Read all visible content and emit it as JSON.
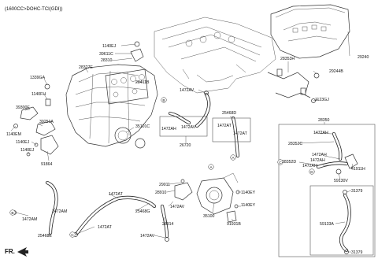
{
  "header": {
    "engine": "(1600CC>DOHC-TCI(GDI))"
  },
  "orientation_mark": "FR.",
  "refs": {
    "A": "A",
    "B": "B",
    "C": "C",
    "D": "D"
  },
  "labels": {
    "p1140EJ_top": "1140EJ",
    "p39611C": "39611C",
    "p28310": "28310",
    "p28327E": "28327E",
    "p1339GA": "1339GA",
    "p28411B": "28411B",
    "p1140FH": "1140FH",
    "p39300E": "39300E",
    "p39251A": "39251A",
    "p1140EM": "1140EM",
    "p35101C": "35101C",
    "p1140EJ_left1": "1140EJ",
    "p1140EJ_left2": "1140EJ",
    "p91864": "91864",
    "p1472AV_mid": "1472AV",
    "p1472AH_a": "1472AH",
    "p1472AV_b": "1472AV",
    "p25468D": "25468D",
    "p1472AT_a": "1472AT",
    "p1472AT_b": "1472AT",
    "p26720": "26720",
    "p28353H": "28353H",
    "p29244B": "29244B",
    "p29240": "29240",
    "p1123GJ": "1123GJ",
    "p28350": "28350",
    "p1472AH_b": "1472AH",
    "p28352C": "28352C",
    "p1472AH_c": "1472AH",
    "p28352D": "28352D",
    "p1472AH_d": "1472AH",
    "p1472AH_e": "1472AH",
    "p41911H": "41911H",
    "p59130V": "59130V",
    "p31379_a": "31379",
    "p59133A": "59133A",
    "p31379_b": "31379",
    "p1472AM_a": "1472AM",
    "p1472AM_b": "1472AM",
    "p25468E": "25468E",
    "p1472AT_c": "1472AT",
    "p1472AT_d": "1472AT",
    "p25468G": "25468G",
    "p29011": "29011",
    "p28910": "28910",
    "p1472AV_c": "1472AV",
    "p28914": "28914",
    "p1472AV_d": "1472AV",
    "p1140EY_a": "1140EY",
    "p1140EY_b": "1140EY",
    "p35100": "35100",
    "p91931B": "91931B"
  }
}
